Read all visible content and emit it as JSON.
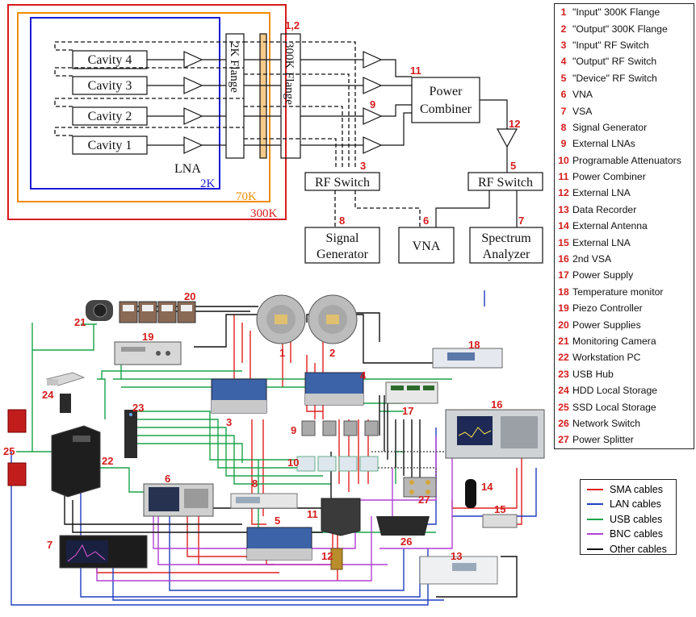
{
  "schematic": {
    "cavities": [
      "Cavity 4",
      "Cavity 3",
      "Cavity 2",
      "Cavity 1"
    ],
    "lna_label": "LNA",
    "flange_2k": "2K Flange",
    "flange_300k": "300K Flange",
    "power_combiner": [
      "Power",
      "Combiner"
    ],
    "rf_switch_left": "RF Switch",
    "rf_switch_right": "RF Switch",
    "signal_generator": [
      "Signal",
      "Generator"
    ],
    "vna": "VNA",
    "spectrum_analyzer": [
      "Spectrum",
      "Analyzer"
    ],
    "temp_2k": "2K",
    "temp_70k": "70K",
    "temp_300k": "300K",
    "callouts": {
      "c12": "1,2",
      "c11": "11",
      "c9": "9",
      "c12b": "12",
      "c3": "3",
      "c5": "5",
      "c8": "8",
      "c6": "6",
      "c7": "7"
    },
    "colors": {
      "2K": "#1a1ad6",
      "70K": "#f08c00",
      "300K": "#d61c1c",
      "callout": "#d61c1c"
    }
  },
  "photo_callouts": {
    "n20": "20",
    "n21": "21",
    "n19": "19",
    "n1": "1",
    "n2": "2",
    "n18": "18",
    "n4": "4",
    "n24": "24",
    "n23": "23",
    "n3": "3",
    "n17": "17",
    "n16": "16",
    "n9": "9",
    "n25": "25",
    "n22": "22",
    "n10": "10",
    "n6": "6",
    "n8": "8",
    "n27": "27",
    "n14": "14",
    "n11": "11",
    "n15": "15",
    "n5": "5",
    "n7": "7",
    "n26": "26",
    "n13": "13",
    "n12": "12"
  },
  "legend": [
    {
      "num": "1",
      "text": "\"Input\" 300K Flange"
    },
    {
      "num": "2",
      "text": "\"Output\" 300K Flange"
    },
    {
      "num": "3",
      "text": "\"Input\" RF Switch"
    },
    {
      "num": "4",
      "text": "\"Output\" RF Switch"
    },
    {
      "num": "5",
      "text": "\"Device\" RF Switch"
    },
    {
      "num": "6",
      "text": "VNA"
    },
    {
      "num": "7",
      "text": "VSA"
    },
    {
      "num": "8",
      "text": "Signal Generator"
    },
    {
      "num": "9",
      "text": "External LNAs"
    },
    {
      "num": "10",
      "text": "Programable Attenuators"
    },
    {
      "num": "11",
      "text": "Power Combiner"
    },
    {
      "num": "12",
      "text": "External LNA"
    },
    {
      "num": "13",
      "text": "Data Recorder"
    },
    {
      "num": "14",
      "text": "External Antenna"
    },
    {
      "num": "15",
      "text": "External LNA"
    },
    {
      "num": "16",
      "text": "2nd VSA"
    },
    {
      "num": "17",
      "text": "Power Supply"
    },
    {
      "num": "18",
      "text": "Temperature monitor"
    },
    {
      "num": "19",
      "text": "Piezo Controller"
    },
    {
      "num": "20",
      "text": "Power Supplies"
    },
    {
      "num": "21",
      "text": "Monitoring Camera"
    },
    {
      "num": "22",
      "text": "Workstation PC"
    },
    {
      "num": "23",
      "text": "USB Hub"
    },
    {
      "num": "24",
      "text": "HDD Local Storage"
    },
    {
      "num": "25",
      "text": "SSD Local Storage"
    },
    {
      "num": "26",
      "text": "Network Switch"
    },
    {
      "num": "27",
      "text": "Power Splitter"
    }
  ],
  "cable_legend": [
    {
      "label": "SMA cables",
      "color": "#e02020"
    },
    {
      "label": "LAN cables",
      "color": "#1f3fbf"
    },
    {
      "label": "USB cables",
      "color": "#1aa34a"
    },
    {
      "label": "BNC cables",
      "color": "#b23fd6"
    },
    {
      "label": "Other cables",
      "color": "#111111"
    }
  ]
}
